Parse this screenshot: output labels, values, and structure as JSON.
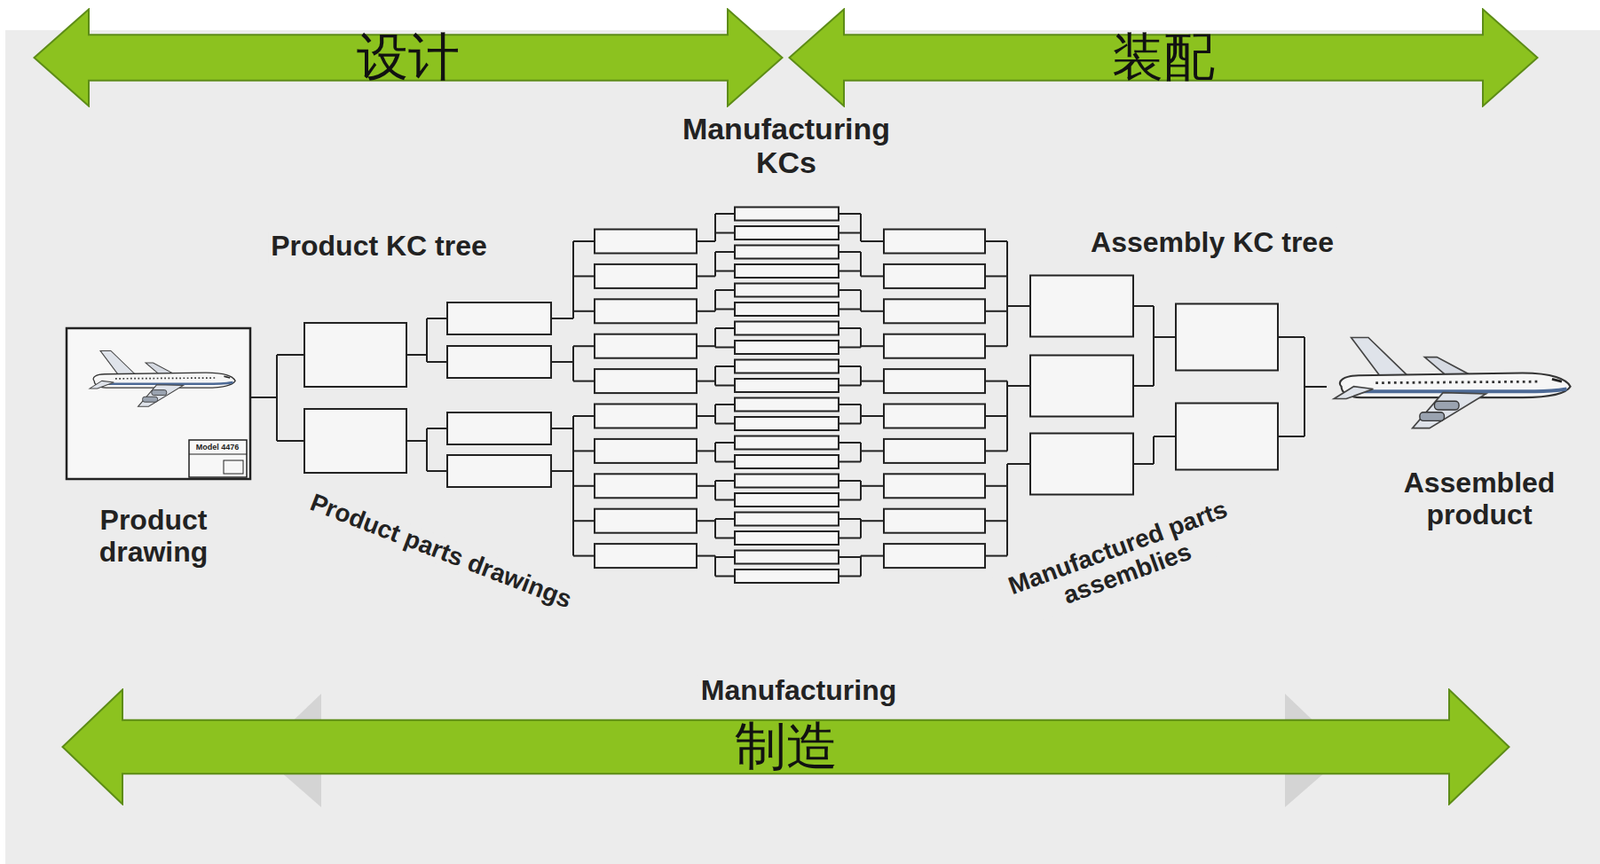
{
  "diagram": {
    "nodes": [
      {
        "text": [
          "设计"
        ]
      },
      {
        "text": [
          "装配"
        ]
      },
      {
        "text": [
          "制造"
        ]
      }
    ],
    "labels": [
      "Manufacturing KCs",
      "Product KC tree",
      "Assembly KC tree",
      "Product drawing",
      "Model 4476",
      "Product parts drawings",
      "Manufactured parts assemblies",
      "Assembled product",
      "Manufacturing"
    ]
  }
}
